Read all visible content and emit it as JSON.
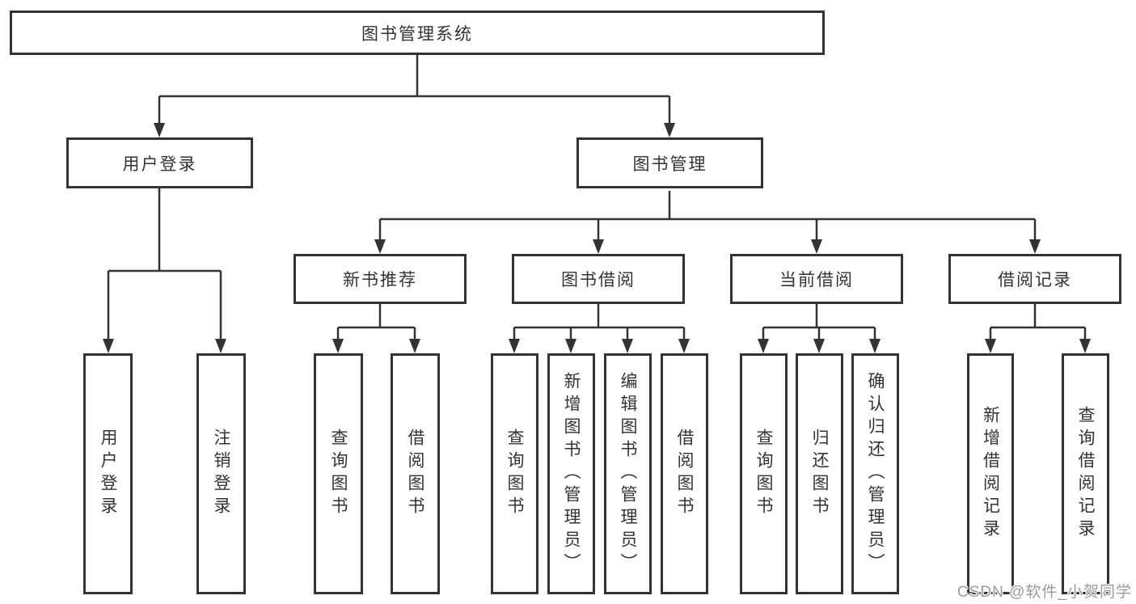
{
  "colors": {
    "line": "#333333",
    "box_border": "#333333",
    "text": "#333333",
    "background": "#ffffff",
    "watermark": "#9a9a9a"
  },
  "watermark": {
    "text": "CSDN @软件_小贺同学"
  },
  "tree": {
    "root": {
      "label": "图书管理系统",
      "children": [
        {
          "label": "用户登录",
          "children": [
            {
              "label": "用户登录"
            },
            {
              "label": "注销登录"
            }
          ]
        },
        {
          "label": "图书管理",
          "children": [
            {
              "label": "新书推荐",
              "children": [
                {
                  "label": "查询图书"
                },
                {
                  "label": "借阅图书"
                }
              ]
            },
            {
              "label": "图书借阅",
              "children": [
                {
                  "label": "查询图书"
                },
                {
                  "label": "新增图书（管理员）"
                },
                {
                  "label": "编辑图书（管理员）"
                },
                {
                  "label": "借阅图书"
                }
              ]
            },
            {
              "label": "当前借阅",
              "children": [
                {
                  "label": "查询图书"
                },
                {
                  "label": "归还图书"
                },
                {
                  "label": "确认归还（管理员）"
                }
              ]
            },
            {
              "label": "借阅记录",
              "children": [
                {
                  "label": "新增借阅记录"
                },
                {
                  "label": "查询借阅记录"
                }
              ]
            }
          ]
        }
      ]
    }
  }
}
